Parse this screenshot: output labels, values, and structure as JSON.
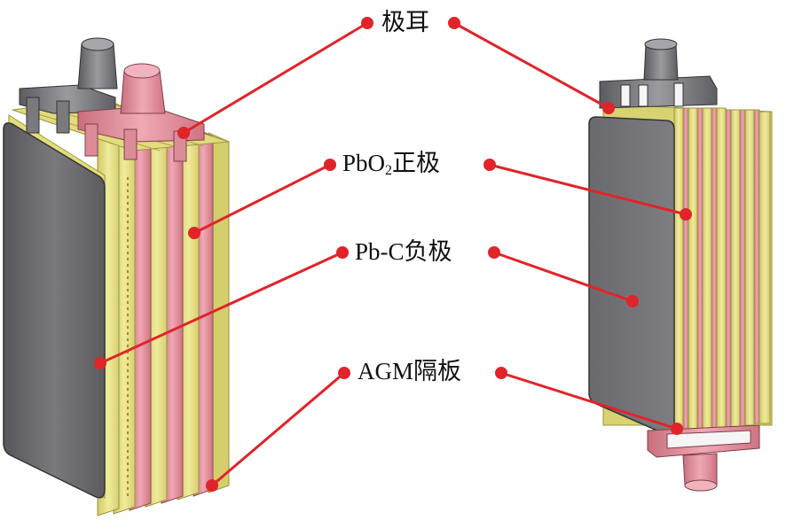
{
  "labels": {
    "tab": "极耳",
    "positive_prefix": "PbO",
    "positive_sub": "2",
    "positive_suffix": "正极",
    "negative": "Pb-C负极",
    "separator": "AGM隔板"
  },
  "colors": {
    "leader": "#e0242a",
    "plate_yellow": "#e7e38a",
    "plate_pink": "#e79aa6",
    "plate_gray": "#6f6f73",
    "terminal_gray": "#7b7b80",
    "terminal_pink": "#df8b97"
  }
}
